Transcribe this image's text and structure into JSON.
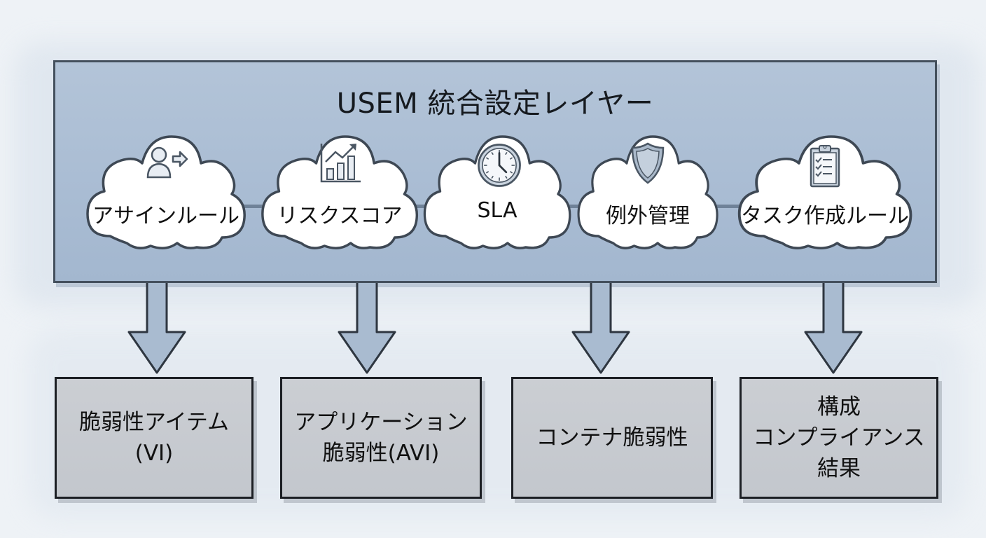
{
  "diagram": {
    "title": "USEM 統合設定レイヤー",
    "settings": [
      {
        "label": "アサインルール",
        "icon": "user-assign-icon"
      },
      {
        "label": "リスクスコア",
        "icon": "chart-growth-icon"
      },
      {
        "label": "SLA",
        "icon": "clock-icon"
      },
      {
        "label": "例外管理",
        "icon": "shield-icon"
      },
      {
        "label": "タスク作成ルール",
        "icon": "clipboard-checklist-icon"
      }
    ],
    "targets": [
      {
        "lines": [
          "脆弱性アイテム",
          "(VI)"
        ]
      },
      {
        "lines": [
          "アプリケーション",
          "脆弱性(AVI)"
        ]
      },
      {
        "lines": [
          "コンテナ脆弱性"
        ]
      },
      {
        "lines": [
          "構成",
          "コンプライアンス",
          "結果"
        ]
      }
    ],
    "colors": {
      "panel": "#aabdd3",
      "arrow": "#a9bbd0",
      "target_box": "#c7cacf",
      "outline": "#3e4854"
    }
  }
}
